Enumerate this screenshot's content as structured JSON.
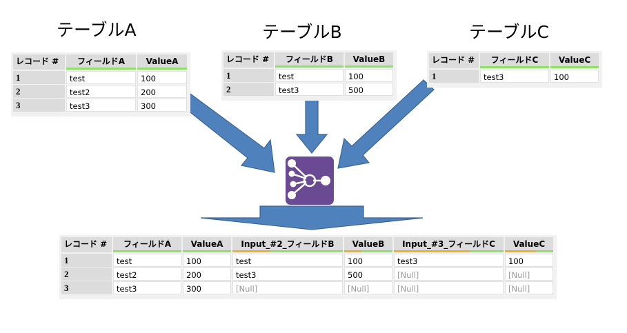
{
  "titles": {
    "table_a": "テーブルA",
    "table_b": "テーブルB",
    "table_c": "テーブルC"
  },
  "record_header": "レコード #",
  "table_a": {
    "columns": [
      "フィールドA",
      "ValueA"
    ],
    "rows": [
      {
        "rec": "1",
        "field": "test",
        "value": "100"
      },
      {
        "rec": "2",
        "field": "test2",
        "value": "200"
      },
      {
        "rec": "3",
        "field": "test3",
        "value": "300"
      }
    ]
  },
  "table_b": {
    "columns": [
      "フィールドB",
      "ValueB"
    ],
    "rows": [
      {
        "rec": "1",
        "field": "test",
        "value": "100"
      },
      {
        "rec": "2",
        "field": "test3",
        "value": "500"
      }
    ]
  },
  "table_c": {
    "columns": [
      "フィールドC",
      "ValueC"
    ],
    "rows": [
      {
        "rec": "1",
        "field": "test3",
        "value": "100"
      }
    ]
  },
  "tool": {
    "icon": "union-tool-icon",
    "color": "#6a4a92"
  },
  "arrow_color": "#4f81bd",
  "result": {
    "columns": [
      "フィールドA",
      "ValueA",
      "Input_#2_フィールドB",
      "ValueB",
      "Input_#3_フィールドC",
      "ValueC"
    ],
    "rows": [
      {
        "rec": "1",
        "cells": [
          "test",
          "100",
          "test",
          "100",
          "test3",
          "100"
        ]
      },
      {
        "rec": "2",
        "cells": [
          "test2",
          "200",
          "test3",
          "500",
          "[Null]",
          "[Null]"
        ]
      },
      {
        "rec": "3",
        "cells": [
          "test3",
          "300",
          "[Null]",
          "[Null]",
          "[Null]",
          "[Null]"
        ]
      }
    ]
  }
}
